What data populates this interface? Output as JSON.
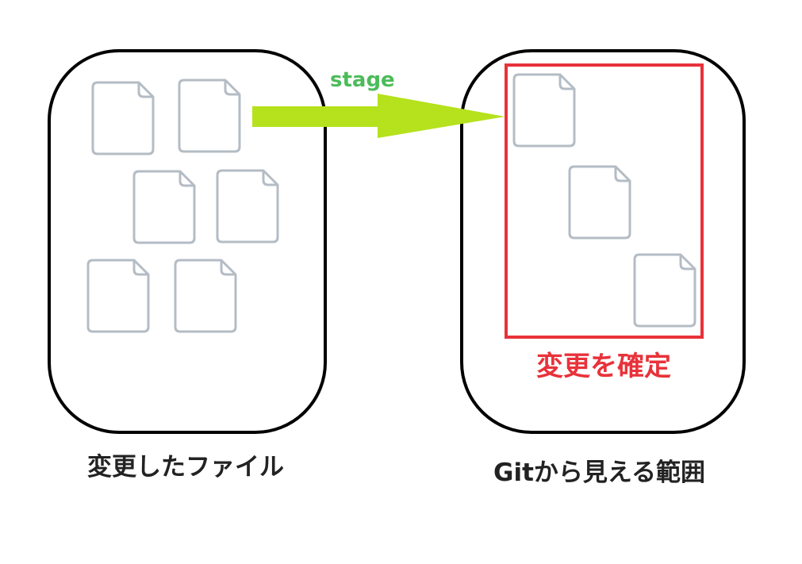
{
  "arrow_label": "stage",
  "commit_label": "変更を確定",
  "left_caption": "変更したファイル",
  "right_caption": "Gitから見える範囲",
  "colors": {
    "container_border": "#000000",
    "file_stroke": "#b4bcc5",
    "arrow_fill": "#b5e21c",
    "arrow_label": "#4cbb5a",
    "commit_frame": "#e8323a",
    "caption": "#222222"
  }
}
